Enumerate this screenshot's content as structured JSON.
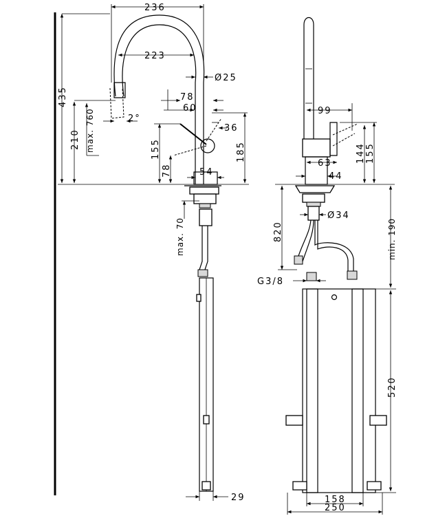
{
  "side_view": {
    "dim_spout_reach": "236",
    "dim_spout_inner": "223",
    "dim_spout_dia": "Ø25",
    "dim_lever_78": "78",
    "dim_lever_60": "60",
    "dim_angle": "2°",
    "dim_lever_36": "36",
    "dim_height_435": "435",
    "dim_height_210": "210",
    "dim_max_760": "max. 760",
    "dim_lever_155": "155",
    "dim_78_small": "78",
    "dim_body_185": "185",
    "dim_body_54": "54",
    "dim_max_70": "max. 70",
    "dim_box_29": "29"
  },
  "front_view": {
    "dim_99": "99",
    "dim_63": "63",
    "dim_144": "144",
    "dim_155": "155",
    "dim_44": "44",
    "dim_820": "820",
    "dim_dia_34": "Ø34",
    "dim_min_190": "min. 190",
    "dim_g38": "G3/8",
    "dim_520": "520",
    "dim_158": "158",
    "dim_250": "250"
  }
}
